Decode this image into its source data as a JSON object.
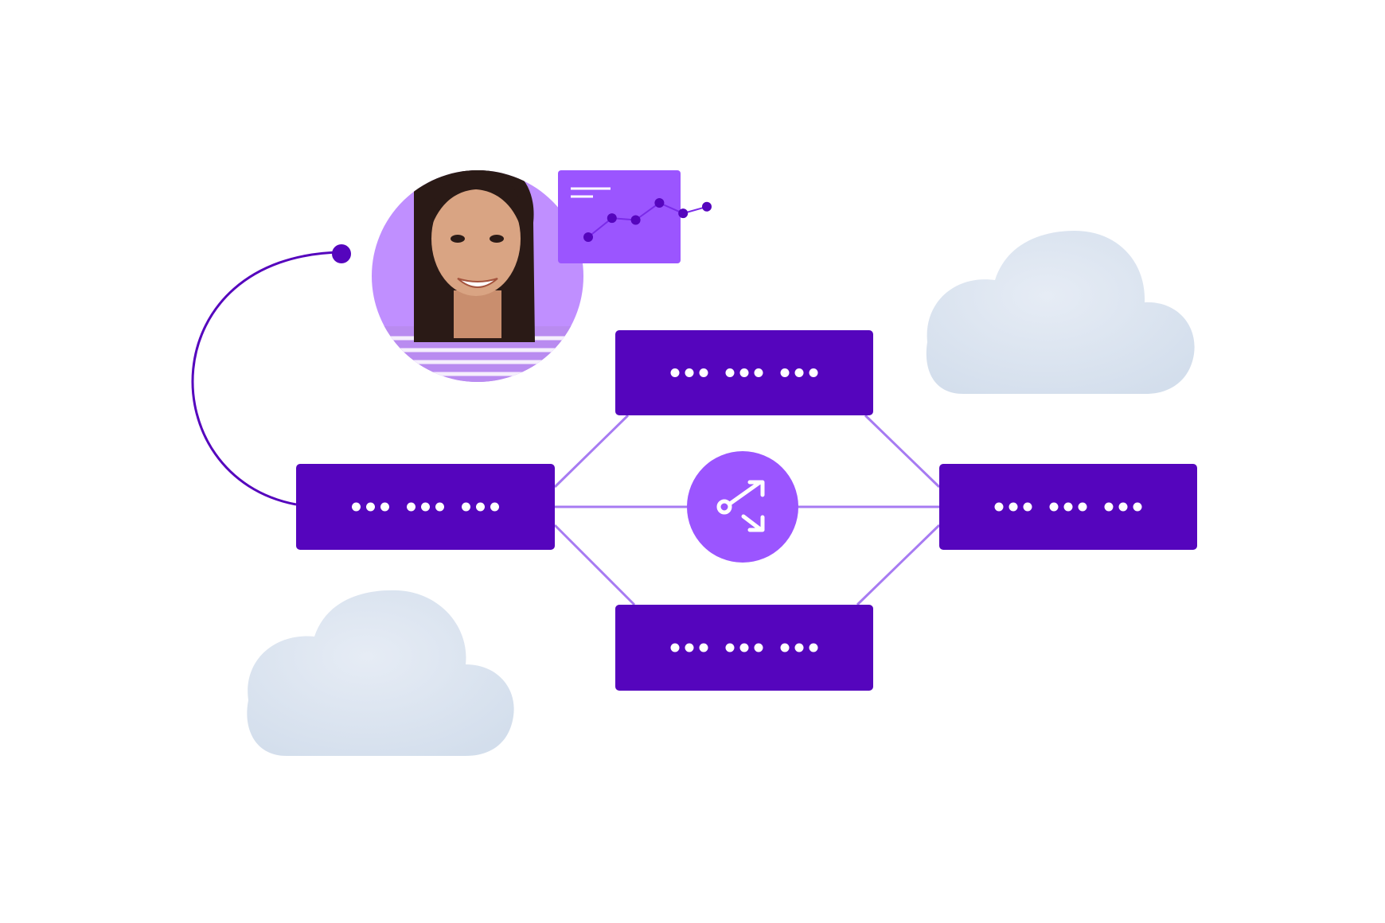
{
  "colors": {
    "background": "#ffffff",
    "node_fill": "#5505BD",
    "accent_violet": "#9B55FF",
    "avatar_ring": "#C08FFF",
    "connector_line": "#A77BF2",
    "arc_line": "#5505BD",
    "dot_white": "#ffffff",
    "cloud_fill": "#DCE5F1",
    "cloud_shadow": "#C9D6E9"
  },
  "diagram": {
    "nodes": [
      {
        "id": "left",
        "role": "source",
        "dot_groups": 3,
        "dots_per_group": 3
      },
      {
        "id": "top",
        "role": "destination",
        "dot_groups": 3,
        "dots_per_group": 3
      },
      {
        "id": "bottom",
        "role": "destination",
        "dot_groups": 3,
        "dots_per_group": 3
      },
      {
        "id": "right",
        "role": "destination",
        "dot_groups": 3,
        "dots_per_group": 3
      }
    ],
    "hub": {
      "icon": "split-routing-icon"
    },
    "connections": [
      {
        "from": "left",
        "to": "top"
      },
      {
        "from": "left",
        "to": "hub"
      },
      {
        "from": "left",
        "to": "bottom"
      },
      {
        "from": "hub",
        "to": "right"
      },
      {
        "from": "top",
        "to": "right"
      },
      {
        "from": "bottom",
        "to": "right"
      }
    ],
    "avatar": {
      "icon": "person-avatar"
    },
    "mini_chart": {
      "icon": "line-chart-card",
      "points": [
        1,
        3,
        2.8,
        4.6,
        3.5,
        4.2
      ]
    },
    "clouds": [
      "cloud-icon",
      "cloud-icon"
    ]
  }
}
